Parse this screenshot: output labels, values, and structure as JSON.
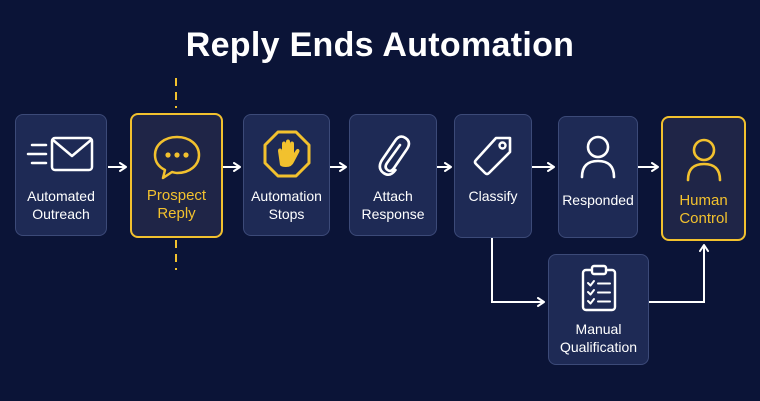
{
  "title": "Reply Ends Automation",
  "nodes": {
    "automated_outreach": {
      "label": "Automated\nOutreach",
      "icon": "envelope-icon"
    },
    "prospect_reply": {
      "label": "Prospect\nReply",
      "icon": "chat-bubble-icon"
    },
    "automation_stops": {
      "label": "Automation\nStops",
      "icon": "stop-hand-icon"
    },
    "attach_response": {
      "label": "Attach\nResponse",
      "icon": "paperclip-icon"
    },
    "classify": {
      "label": "Classify",
      "icon": "tag-icon"
    },
    "responded": {
      "label": "Responded",
      "icon": "user-icon"
    },
    "human_control": {
      "label": "Human\nControl",
      "icon": "user-icon"
    },
    "manual_qualification": {
      "label": "Manual\nQualification",
      "icon": "clipboard-checklist-icon"
    }
  },
  "colors": {
    "background": "#0b1437",
    "box": "#1e2a55",
    "box_border": "#3c4a78",
    "highlight": "#f2c12e",
    "text": "#ffffff"
  }
}
